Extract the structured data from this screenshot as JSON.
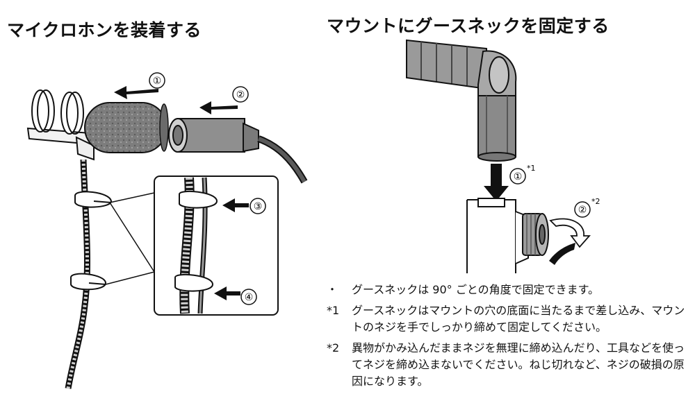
{
  "left_section": {
    "title": "マイクロホンを装着する",
    "step_labels": [
      "①",
      "②",
      "③",
      "④"
    ]
  },
  "right_section": {
    "title": "マウントにグースネックを固定する",
    "step_labels": [
      "①",
      "②"
    ],
    "step_superscripts": [
      "*1",
      "*2"
    ]
  },
  "notes": [
    {
      "mark": "・",
      "text": "グースネックは 90° ごとの角度で固定できます。"
    },
    {
      "mark": "*1",
      "text": "グースネックはマウントの穴の底面に当たるまで差し込み、マウントのネジを手でしっかり締めて固定してください。"
    },
    {
      "mark": "*2",
      "text": "異物がかみ込んだままネジを無理に締め込んだり、工具などを使ってネジを締め込まないでください。ねじ切れなど、ネジの破損の原因になります。"
    }
  ],
  "colors": {
    "line": "#111111",
    "fill_gray": "#8a8a8a",
    "fill_light": "#d6d6d6"
  }
}
